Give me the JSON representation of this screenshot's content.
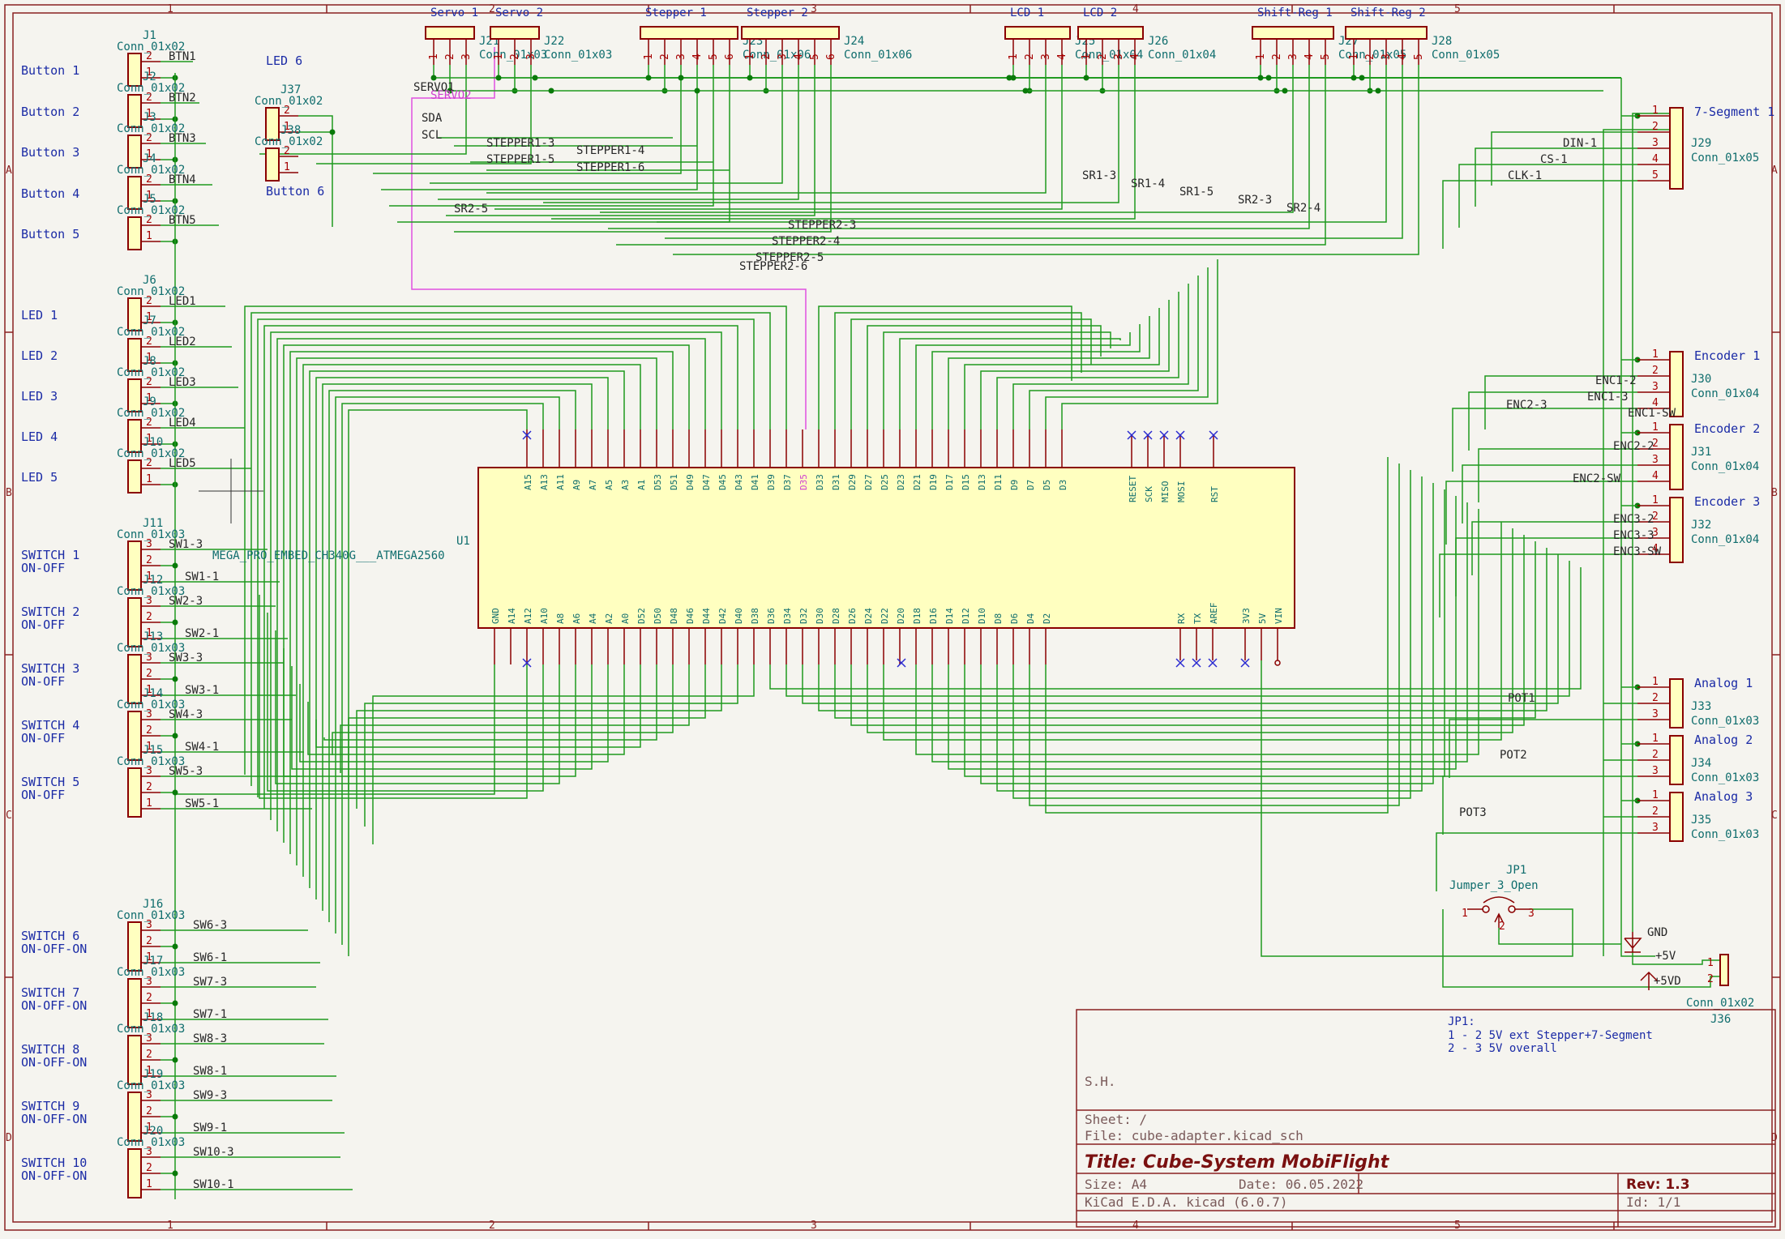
{
  "colors": {
    "background": "#f5f4ef",
    "border": "#8a2020",
    "wire": "#1f9a1f",
    "junction": "#0a7a0a",
    "ic_fill": "#ffffc0",
    "ic_border": "#8a0000",
    "pin": "#8a0000",
    "label_blue": "#1b2ba6",
    "ref_teal": "#0f6d6d",
    "net_text": "#262626",
    "highlight_wire": "#e050e0",
    "nc_cross": "#2a2ad0"
  },
  "border": {
    "columns": [
      "1",
      "2",
      "3",
      "4",
      "5"
    ],
    "rows": [
      "A",
      "B",
      "C",
      "D"
    ]
  },
  "title_block": {
    "author": "S.H.",
    "sheet": "Sheet: /",
    "file": "File: cube-adapter.kicad_sch",
    "title": "Title: Cube-System MobiFlight",
    "size": "Size: A4",
    "date": "Date: 06.05.2022",
    "tool": "KiCad E.D.A.  kicad (6.0.7)",
    "rev": "Rev: 1.3",
    "id": "Id: 1/1",
    "note_1": "JP1:",
    "note_2": "1 - 2 5V ext Stepper+7-Segment",
    "note_3": "2 - 3 5V overall"
  },
  "u1": {
    "ref": "U1",
    "value": "MEGA_PRO_EMBED_CH340G___ATMEGA2560",
    "top_pins": [
      "A15",
      "A13",
      "A11",
      "A9",
      "A7",
      "A5",
      "A3",
      "A1",
      "D53",
      "D51",
      "D49",
      "D47",
      "D45",
      "D43",
      "D41",
      "D39",
      "D37",
      "D35",
      "D33",
      "D31",
      "D29",
      "D27",
      "D25",
      "D23",
      "D21",
      "D19",
      "D17",
      "D15",
      "D13",
      "D11",
      "D9",
      "D7",
      "D5",
      "D3"
    ],
    "bottom_pins": [
      "GND",
      "A14",
      "A12",
      "A10",
      "A8",
      "A6",
      "A4",
      "A2",
      "A0",
      "D52",
      "D50",
      "D48",
      "D46",
      "D44",
      "D42",
      "D40",
      "D38",
      "D36",
      "D34",
      "D32",
      "D30",
      "D28",
      "D26",
      "D24",
      "D22",
      "D20",
      "D18",
      "D16",
      "D14",
      "D12",
      "D10",
      "D8",
      "D6",
      "D4",
      "D2"
    ],
    "right_top_pins": [
      "RESET",
      "SCK",
      "MISO",
      "MOSI",
      "RST"
    ],
    "right_bottom_pins": [
      "RX",
      "TX",
      "AREF",
      "3V3",
      "5V",
      "VIN"
    ]
  },
  "left_connectors": [
    {
      "label": "Button 1",
      "ref": "J1",
      "value": "Conn_01x02",
      "net": "BTN1"
    },
    {
      "label": "Button 2",
      "ref": "J2",
      "value": "Conn_01x02",
      "net": "BTN2"
    },
    {
      "label": "Button 3",
      "ref": "J3",
      "value": "Conn_01x02",
      "net": "BTN3"
    },
    {
      "label": "Button 4",
      "ref": "J4",
      "value": "Conn_01x02",
      "net": "BTN4"
    },
    {
      "label": "Button 5",
      "ref": "J5",
      "value": "Conn_01x02",
      "net": "BTN5"
    },
    {
      "label": "LED 1",
      "ref": "J6",
      "value": "Conn_01x02",
      "net": "LED1"
    },
    {
      "label": "LED 2",
      "ref": "J7",
      "value": "Conn_01x02",
      "net": "LED2"
    },
    {
      "label": "LED 3",
      "ref": "J8",
      "value": "Conn_01x02",
      "net": "LED3"
    },
    {
      "label": "LED 4",
      "ref": "J9",
      "value": "Conn_01x02",
      "net": "LED4"
    },
    {
      "label": "LED 5",
      "ref": "J10",
      "value": "Conn_01x02",
      "net": "LED5"
    }
  ],
  "switches": [
    {
      "label": "SWITCH 1",
      "sub": "ON-OFF",
      "ref": "J11",
      "value": "Conn_01x03",
      "net_a": "SW1-3",
      "net_b": "SW1-1"
    },
    {
      "label": "SWITCH 2",
      "sub": "ON-OFF",
      "ref": "J12",
      "value": "Conn_01x03",
      "net_a": "SW2-3",
      "net_b": "SW2-1"
    },
    {
      "label": "SWITCH 3",
      "sub": "ON-OFF",
      "ref": "J13",
      "value": "Conn_01x03",
      "net_a": "SW3-3",
      "net_b": "SW3-1"
    },
    {
      "label": "SWITCH 4",
      "sub": "ON-OFF",
      "ref": "J14",
      "value": "Conn_01x03",
      "net_a": "SW4-3",
      "net_b": "SW4-1"
    },
    {
      "label": "SWITCH 5",
      "sub": "ON-OFF",
      "ref": "J15",
      "value": "Conn_01x03",
      "net_a": "SW5-3",
      "net_b": "SW5-1"
    },
    {
      "label": "SWITCH 6",
      "sub": "ON-OFF-ON",
      "ref": "J16",
      "value": "Conn_01x03",
      "net_a": "SW6-3",
      "net_b": "SW6-1"
    },
    {
      "label": "SWITCH 7",
      "sub": "ON-OFF-ON",
      "ref": "J17",
      "value": "Conn_01x03",
      "net_a": "SW7-3",
      "net_b": "SW7-1"
    },
    {
      "label": "SWITCH 8",
      "sub": "ON-OFF-ON",
      "ref": "J18",
      "value": "Conn_01x03",
      "net_a": "SW8-3",
      "net_b": "SW8-1"
    },
    {
      "label": "SWITCH 9",
      "sub": "ON-OFF-ON",
      "ref": "J19",
      "value": "Conn_01x03",
      "net_a": "SW9-3",
      "net_b": "SW9-1"
    },
    {
      "label": "SWITCH 10",
      "sub": "ON-OFF-ON",
      "ref": "J20",
      "value": "Conn_01x03",
      "net_a": "SW10-3",
      "net_b": "SW10-1"
    }
  ],
  "led6": {
    "label": "LED 6",
    "ref": "J37",
    "value": "Conn_01x02"
  },
  "button6": {
    "label": "Button 6",
    "ref": "J38",
    "value": "Conn_01x02"
  },
  "top_connectors": [
    {
      "label": "Servo 1",
      "ref": "J21",
      "value": "Conn_01x03",
      "pins": [
        "1",
        "2",
        "3"
      ]
    },
    {
      "label": "Servo 2",
      "ref": "J22",
      "value": "Conn_01x03",
      "pins": [
        "1",
        "2",
        "3"
      ]
    },
    {
      "label": "Stepper 1",
      "ref": "J23",
      "value": "Conn_01x06",
      "pins": [
        "1",
        "2",
        "3",
        "4",
        "5",
        "6"
      ]
    },
    {
      "label": "Stepper 2",
      "ref": "J24",
      "value": "Conn_01x06",
      "pins": [
        "1",
        "2",
        "3",
        "4",
        "5",
        "6"
      ]
    },
    {
      "label": "LCD 1",
      "ref": "J25",
      "value": "Conn_01x04",
      "pins": [
        "1",
        "2",
        "3",
        "4"
      ]
    },
    {
      "label": "LCD 2",
      "ref": "J26",
      "value": "Conn_01x04",
      "pins": [
        "1",
        "2",
        "3",
        "4"
      ]
    },
    {
      "label": "Shift-Reg 1",
      "ref": "J27",
      "value": "Conn_01x05",
      "pins": [
        "1",
        "2",
        "3",
        "4",
        "5"
      ]
    },
    {
      "label": "Shift-Reg 2",
      "ref": "J28",
      "value": "Conn_01x05",
      "pins": [
        "1",
        "2",
        "3",
        "4",
        "5"
      ]
    }
  ],
  "right_connectors": [
    {
      "label": "7-Segment 1",
      "ref": "J29",
      "value": "Conn_01x05",
      "pins": [
        "1",
        "2",
        "3",
        "4",
        "5"
      ]
    },
    {
      "label": "Encoder 1",
      "ref": "J30",
      "value": "Conn_01x04",
      "pins": [
        "1",
        "2",
        "3",
        "4"
      ]
    },
    {
      "label": "Encoder 2",
      "ref": "J31",
      "value": "Conn_01x04",
      "pins": [
        "1",
        "2",
        "3",
        "4"
      ]
    },
    {
      "label": "Encoder 3",
      "ref": "J32",
      "value": "Conn_01x04",
      "pins": [
        "1",
        "2",
        "3",
        "4"
      ]
    },
    {
      "label": "Analog 1",
      "ref": "J33",
      "value": "Conn_01x03",
      "pins": [
        "1",
        "2",
        "3"
      ]
    },
    {
      "label": "Analog 2",
      "ref": "J34",
      "value": "Conn_01x03",
      "pins": [
        "1",
        "2",
        "3"
      ]
    },
    {
      "label": "Analog 3",
      "ref": "J35",
      "value": "Conn_01x03",
      "pins": [
        "1",
        "2",
        "3"
      ]
    }
  ],
  "net_labels": {
    "servo1": "SERVO1",
    "servo2": "SERVO2",
    "sda": "SDA",
    "scl": "SCL",
    "sr25": "SR2-5",
    "st13": "STEPPER1-3",
    "st15": "STEPPER1-5",
    "st14": "STEPPER1-4",
    "st16": "STEPPER1-6",
    "st23": "STEPPER2-3",
    "st24": "STEPPER2-4",
    "st25": "STEPPER2-5",
    "st26": "STEPPER2-6",
    "sr13": "SR1-3",
    "sr14": "SR1-4",
    "sr15": "SR1-5",
    "sr23": "SR2-3",
    "sr24": "SR2-4",
    "din": "DIN-1",
    "cs": "CS-1",
    "clk": "CLK-1",
    "enc12": "ENC1-2",
    "enc13": "ENC1-3",
    "enc1sw": "ENC1-SW",
    "enc23": "ENC2-3",
    "enc22": "ENC2-2",
    "enc2sw": "ENC2-SW",
    "enc32": "ENC3-2",
    "enc33": "ENC3-3",
    "enc3sw": "ENC3-SW",
    "pot1": "POT1",
    "pot2": "POT2",
    "pot3": "POT3"
  },
  "jumper": {
    "ref": "JP1",
    "value": "Jumper_3_Open",
    "p1": "1",
    "p2": "2",
    "p3": "3"
  },
  "power": {
    "gnd": "GND",
    "v5": "+5V",
    "v5d": "+5VD",
    "j36_ref": "J36",
    "j36_value": "Conn_01x02"
  }
}
